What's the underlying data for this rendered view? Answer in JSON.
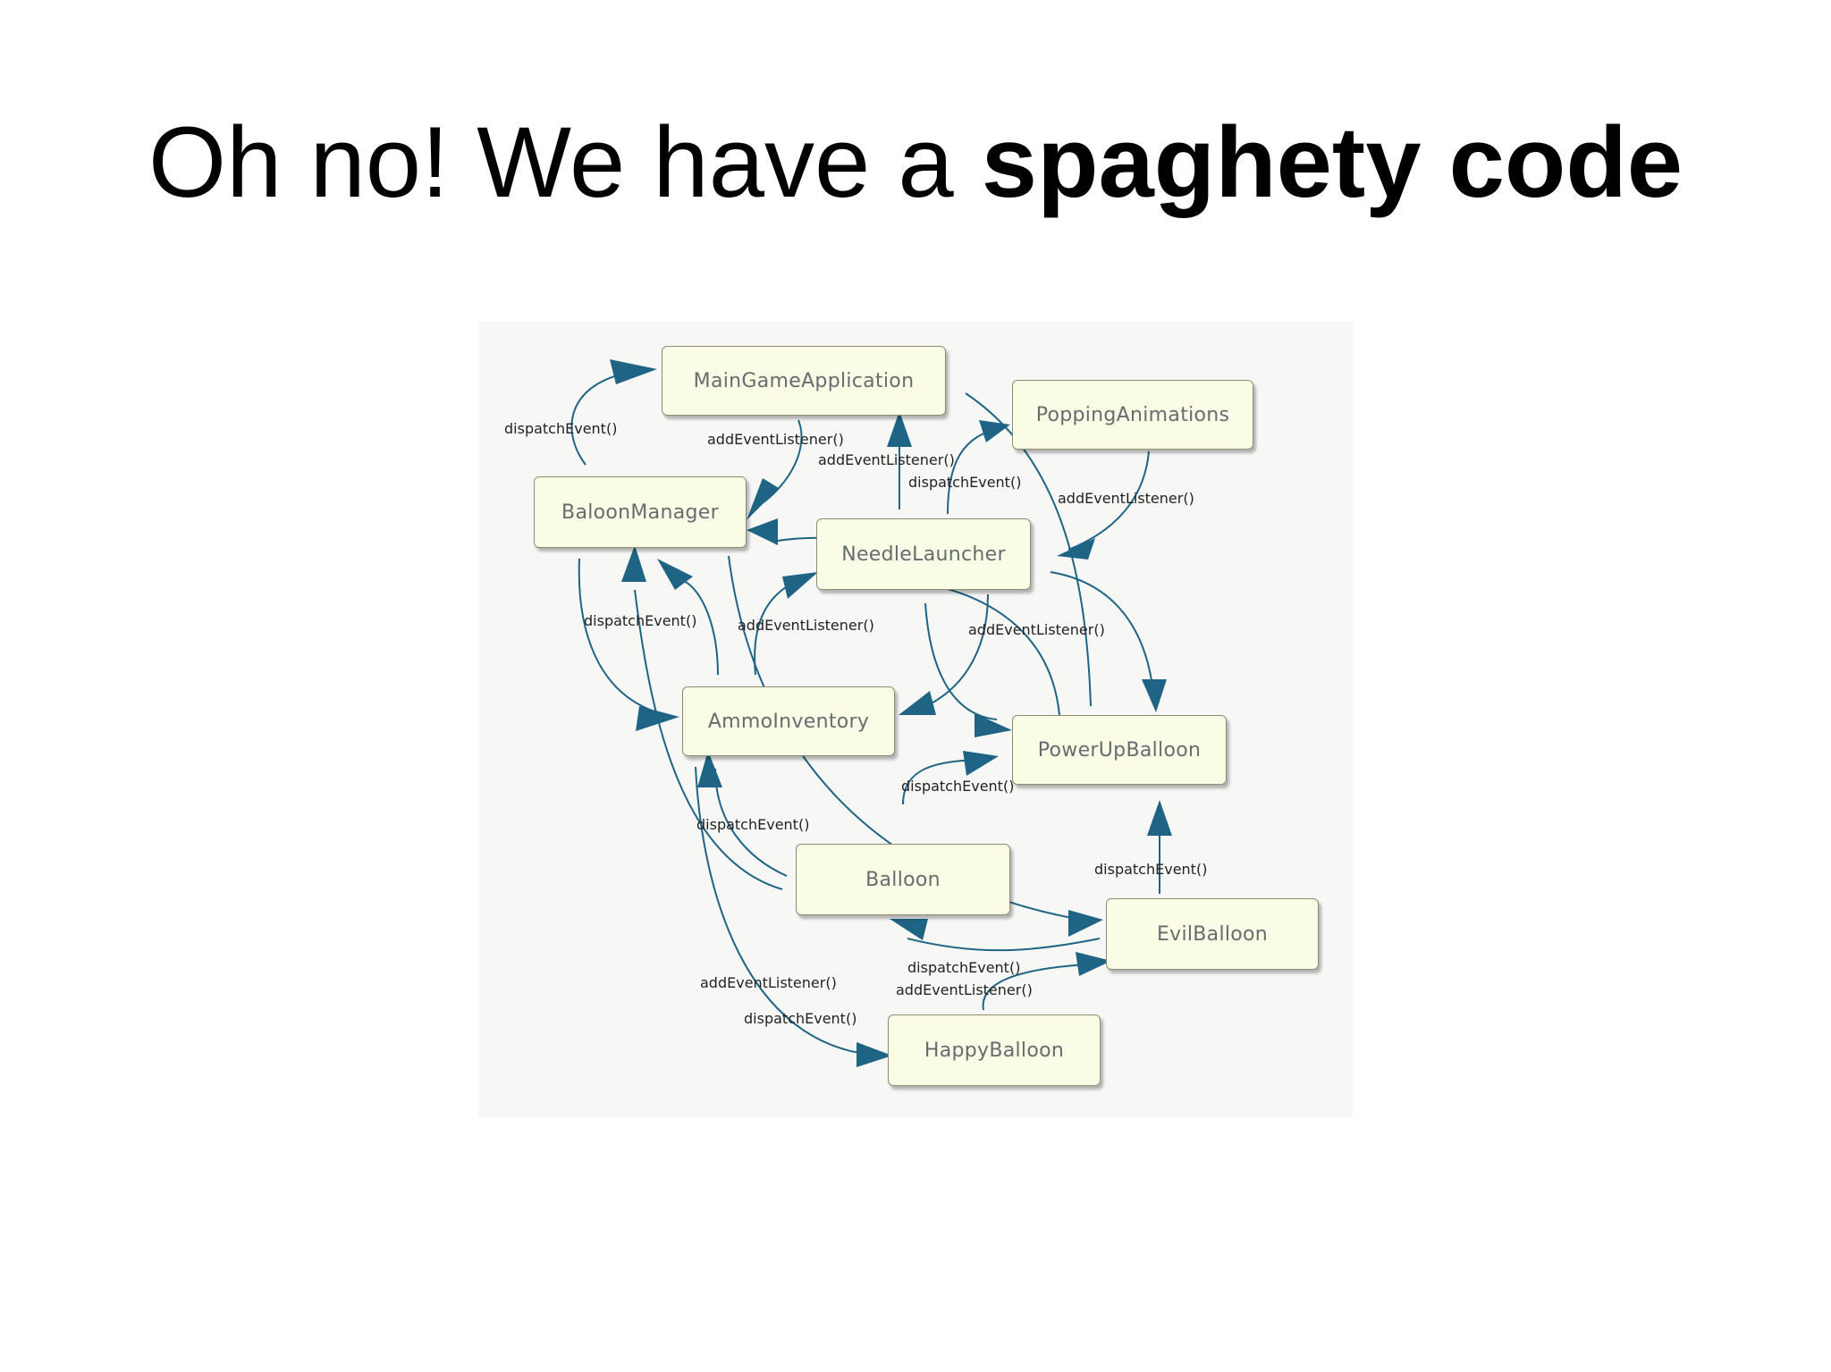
{
  "title": {
    "normal": "Oh no! We have a ",
    "bold": "spaghety code"
  },
  "diagram": {
    "edge_color": "#1f6484",
    "node_fill": "#fafce6",
    "nodes": {
      "main_game_application": "MainGameApplication",
      "popping_animations": "PoppingAnimations",
      "baloon_manager": "BaloonManager",
      "needle_launcher": "NeedleLauncher",
      "ammo_inventory": "AmmoInventory",
      "power_up_balloon": "PowerUpBalloon",
      "balloon": "Balloon",
      "evil_balloon": "EvilBalloon",
      "happy_balloon": "HappyBalloon"
    },
    "edge_labels": {
      "l1": "dispatchEvent()",
      "l2": "addEventListener()",
      "l3": "addEventListener()",
      "l4": "dispatchEvent()",
      "l5": "addEventListener()",
      "l6": "dispatchEvent()",
      "l7": "addEventListener()",
      "l8": "addEventListener()",
      "l9": "dispatchEvent()",
      "l10": "dispatchEvent()",
      "l11": "dispatchEvent()",
      "l12": "dispatchEvent()",
      "l13": "addEventListener()",
      "l14": "addEventListener()",
      "l15": "dispatchEvent()"
    }
  }
}
